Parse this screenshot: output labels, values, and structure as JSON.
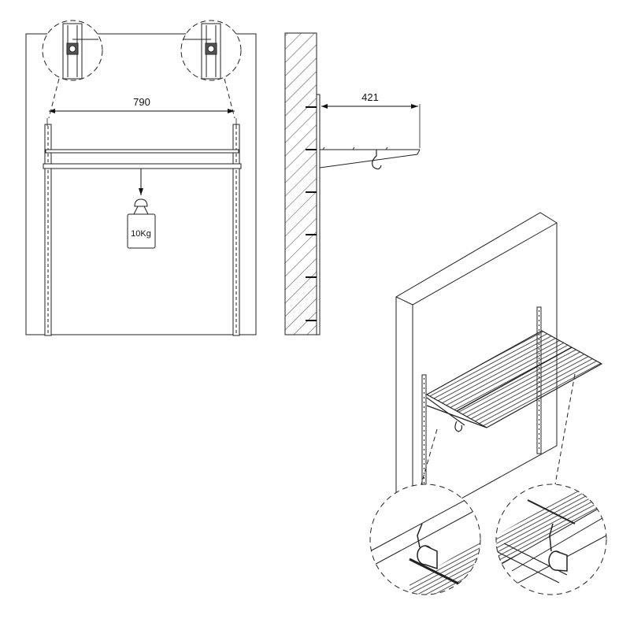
{
  "front_view": {
    "width_dimension": "790",
    "load_label": "10Kg",
    "detail_callouts": [
      "left-upright-detail",
      "right-upright-detail"
    ]
  },
  "side_view": {
    "depth_dimension": "421"
  },
  "isometric_view": {
    "detail_callouts": [
      "bracket-rod-clip-detail-left",
      "bracket-rod-clip-detail-right"
    ]
  },
  "colors": {
    "line": "#222222",
    "fill": "#ffffff",
    "hatch": "#444444"
  }
}
